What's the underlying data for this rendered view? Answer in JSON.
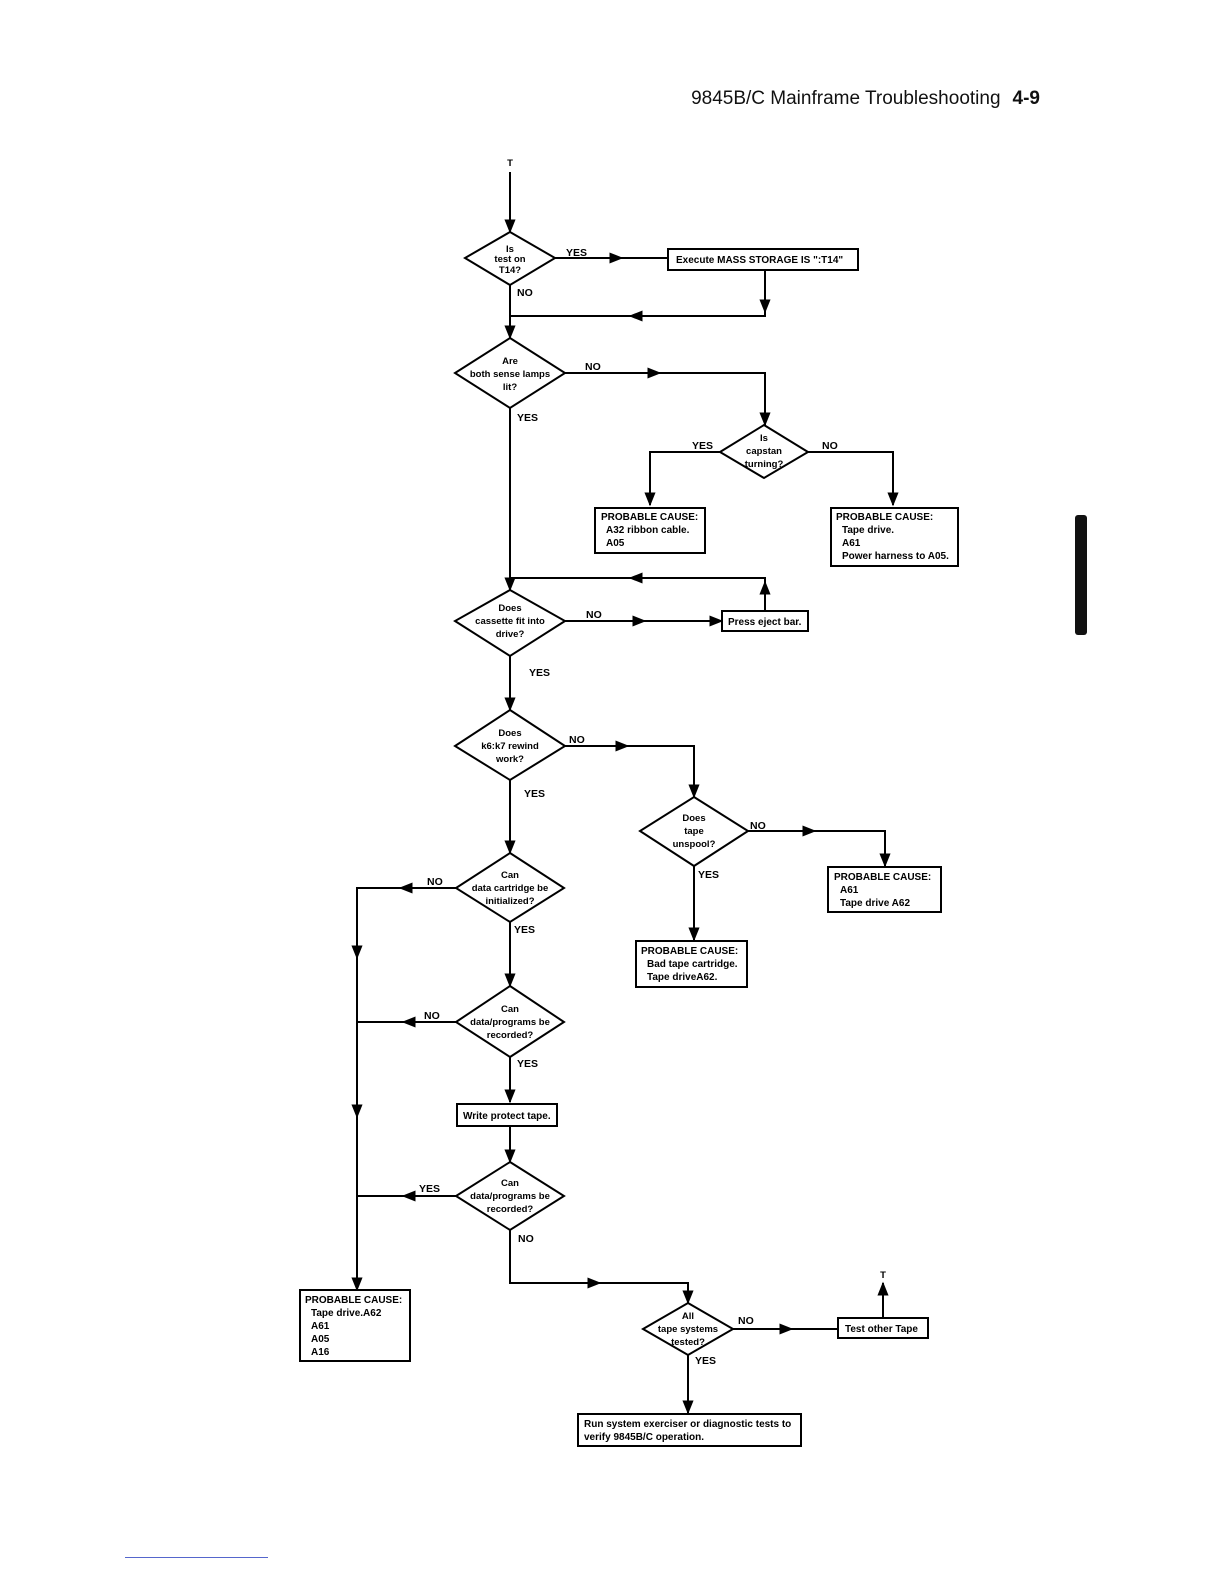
{
  "header": {
    "title": "9845B/C Mainframe Troubleshooting",
    "page_number": "4-9"
  },
  "connectors": {
    "start": "T",
    "return": "T"
  },
  "decisions": {
    "d1": [
      "Is",
      "test on",
      "T14?"
    ],
    "d2": [
      "Are",
      "both sense lamps",
      "lit?"
    ],
    "d3": [
      "Is",
      "capstan",
      "turning?"
    ],
    "d4": [
      "Does",
      "cassette fit into",
      "drive?"
    ],
    "d5": [
      "Does",
      "k6:k7 rewind",
      "work?"
    ],
    "d6": [
      "Does",
      "tape",
      "unspool?"
    ],
    "d7": [
      "Can",
      "data cartridge be",
      "initialized?"
    ],
    "d8": [
      "Can",
      "data/programs be",
      "recorded?"
    ],
    "d9": [
      "Can",
      "data/programs be",
      "recorded?"
    ],
    "d10": [
      "All",
      "tape systems",
      "tested?"
    ]
  },
  "boxes": {
    "exec": [
      "Execute MASS STORAGE IS \":T14\""
    ],
    "pc1": [
      "PROBABLE CAUSE:",
      "A32 ribbon cable.",
      "A05"
    ],
    "pc2": [
      "PROBABLE CAUSE:",
      "Tape drive.",
      "A61",
      "Power harness to A05."
    ],
    "eject": [
      "Press eject bar."
    ],
    "pc3": [
      "PROBABLE CAUSE:",
      "A61",
      "Tape drive A62"
    ],
    "pc4": [
      "PROBABLE CAUSE:",
      "Bad tape cartridge.",
      "Tape driveA62."
    ],
    "wp": [
      "Write protect tape."
    ],
    "pc5": [
      "PROBABLE CAUSE:",
      "Tape drive.A62",
      "A61",
      "A05",
      "A16"
    ],
    "other": [
      "Test other Tape"
    ],
    "final": [
      "Run system exerciser or diagnostic tests to",
      "verify 9845B/C operation."
    ]
  },
  "labels": {
    "d1_yes": "YES",
    "d1_no": "NO",
    "d2_no": "NO",
    "d2_yes": "YES",
    "d3_yes": "YES",
    "d3_no": "NO",
    "d4_no": "NO",
    "d4_yes": "YES",
    "d5_no": "NO",
    "d5_yes": "YES",
    "d6_no": "NO",
    "d6_yes": "YES",
    "d7_no": "NO",
    "d7_yes": "YES",
    "d8_no": "NO",
    "d8_yes": "YES",
    "d9_yes": "YES",
    "d9_no": "NO",
    "d10_no": "NO",
    "d10_yes": "YES"
  }
}
